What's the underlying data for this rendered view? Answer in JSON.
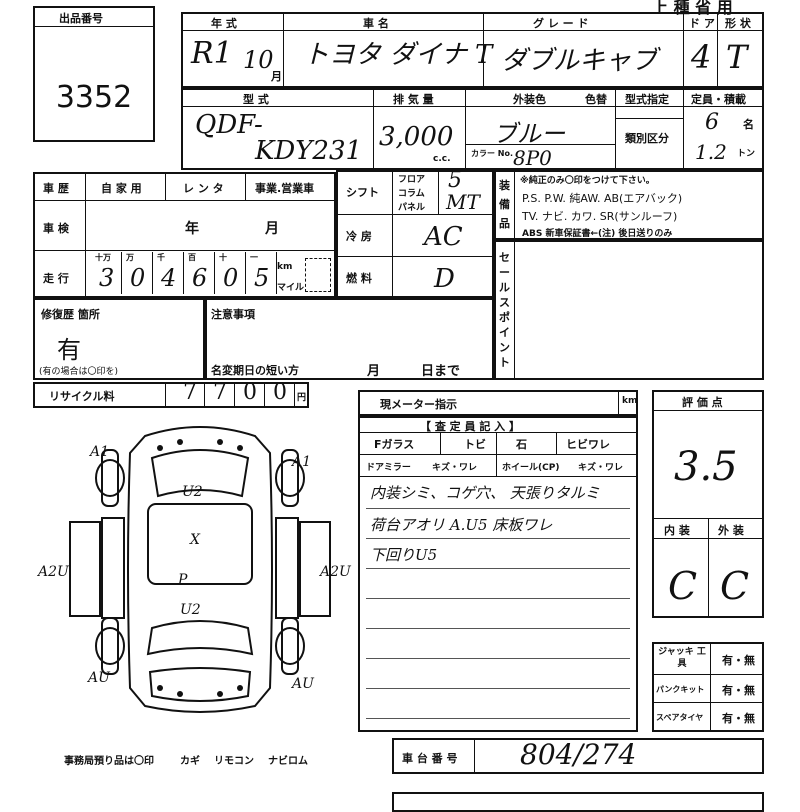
{
  "lot": {
    "label": "出品番号",
    "number": "3352"
  },
  "header": {
    "stamp": "上 種 省 用"
  },
  "year": {
    "label": "年 式",
    "era": "R1",
    "month": "10",
    "month_unit": "月"
  },
  "maker": {
    "label": "車 名",
    "value": "トヨタ ダイナ T"
  },
  "grade": {
    "label": "グ レ ー ド",
    "value": "ダブルキャブ"
  },
  "door": {
    "label": "ド ア",
    "value": "4"
  },
  "shape": {
    "label": "形 状",
    "value": "T"
  },
  "model": {
    "label": "型 式",
    "line1": "QDF-",
    "line2": "KDY231"
  },
  "displacement": {
    "label": "排 気 量",
    "value": "3,000",
    "unit": "c.c."
  },
  "color": {
    "label": "外装色",
    "value": "ブルー",
    "code_label": "カラー No.",
    "code": "8P0"
  },
  "color_change": {
    "label": "色替"
  },
  "type_designation": {
    "label": "型式指定"
  },
  "class_code": {
    "label": "類別区分"
  },
  "capacity": {
    "label": "定員・積載",
    "persons": "6",
    "persons_unit": "名",
    "load": "1.2",
    "load_unit": "トン"
  },
  "history": {
    "label": "車 歴",
    "opt1": "自 家 用",
    "opt2": "レ ン タ",
    "opt3": "事業.営業車"
  },
  "inspection": {
    "label": "車 検",
    "year": "年",
    "month": "月"
  },
  "mileage": {
    "label": "走 行",
    "digits_labels": [
      "十万",
      "万",
      "千",
      "百",
      "十",
      "一"
    ],
    "digits": [
      "3",
      "0",
      "4",
      "6",
      "0",
      "5"
    ],
    "unit_km": "km",
    "unit_mile": "マイル"
  },
  "shift": {
    "label": "シフト",
    "opts": [
      "フロア",
      "コラム",
      "パネル"
    ],
    "value": "5",
    "value2": "MT"
  },
  "ac": {
    "label": "冷 房",
    "value": "AC"
  },
  "fuel": {
    "label": "燃 料",
    "value": "D"
  },
  "equipment": {
    "label": "装 備 品",
    "note": "※純正のみ〇印をつけて下さい。",
    "line1": "P.S. P.W. 純AW. AB(エアバック)",
    "line2": "TV. ナビ. カワ. SR(サンルーフ)",
    "line3": "ABS 新車保証書←(注) 後日送りのみ"
  },
  "sales_point": {
    "label": "セールスポイント"
  },
  "repair": {
    "label": "修復歴 箇所",
    "value": "有",
    "note": "(有の場合は〇印を)"
  },
  "notes": {
    "label": "注意事項",
    "name_change": "名変期日の短い方",
    "month": "月",
    "day": "日まで"
  },
  "recycle": {
    "label": "リサイクル料",
    "value": "7700",
    "unit": "円"
  },
  "meter": {
    "label": "現メーター指示",
    "unit": "km"
  },
  "inspector": {
    "title": "【 査 定 員 記 入 】",
    "f_glass": "Fガラス",
    "f_glass_v1": "トビ",
    "f_glass_v2": "石",
    "f_glass_v3": "ヒビワレ",
    "mirror": "ドアミラー",
    "mirror_v": "キズ・ワレ",
    "wheel": "ホイール(CP)",
    "wheel_v": "キズ・ワレ",
    "remark1": "内装シミ、コゲ穴、 天張りタルミ",
    "remark2": "荷台アオリ A.U5 床板ワレ",
    "remark3": "下回りU5"
  },
  "score": {
    "label": "評 価 点",
    "value": "3.5",
    "interior_label": "内 装",
    "exterior_label": "外 装",
    "interior": "C",
    "exterior": "C"
  },
  "tools": {
    "jack": "ジャッキ 工具",
    "puncture": "パンクキット",
    "spare": "スペアタイヤ",
    "opt": "有・無"
  },
  "chassis": {
    "label": "車 台 番 号",
    "value": "804/274"
  },
  "office": {
    "label": "事務局預り品は〇印",
    "key": "カギ",
    "remote": "リモコン",
    "navi": "ナビロム"
  },
  "diagram": {
    "marks": [
      "A1",
      "A1",
      "U2",
      "X",
      "P",
      "U2",
      "A2U",
      "A2U",
      "AU",
      "AU"
    ]
  }
}
